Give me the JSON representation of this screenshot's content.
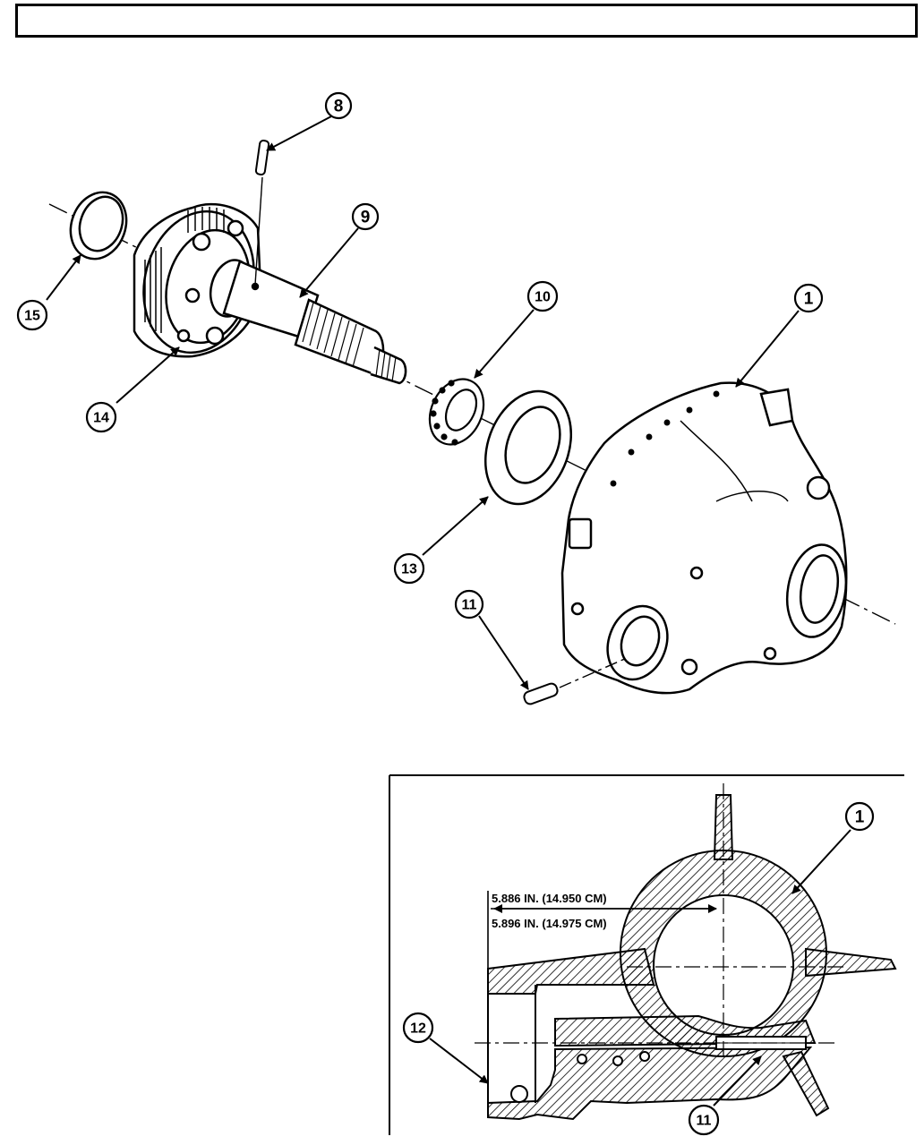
{
  "callouts": {
    "c1_top": "1",
    "c8": "8",
    "c9": "9",
    "c10": "10",
    "c11_top": "11",
    "c13": "13",
    "c14": "14",
    "c15": "15",
    "c1_detail": "1",
    "c11_detail": "11",
    "c12": "12"
  },
  "dimensions": {
    "min": "5.886 IN. (14.950 CM)",
    "max": "5.896 IN. (14.975 CM)"
  },
  "colors": {
    "ink": "#000000",
    "paper": "#ffffff"
  }
}
